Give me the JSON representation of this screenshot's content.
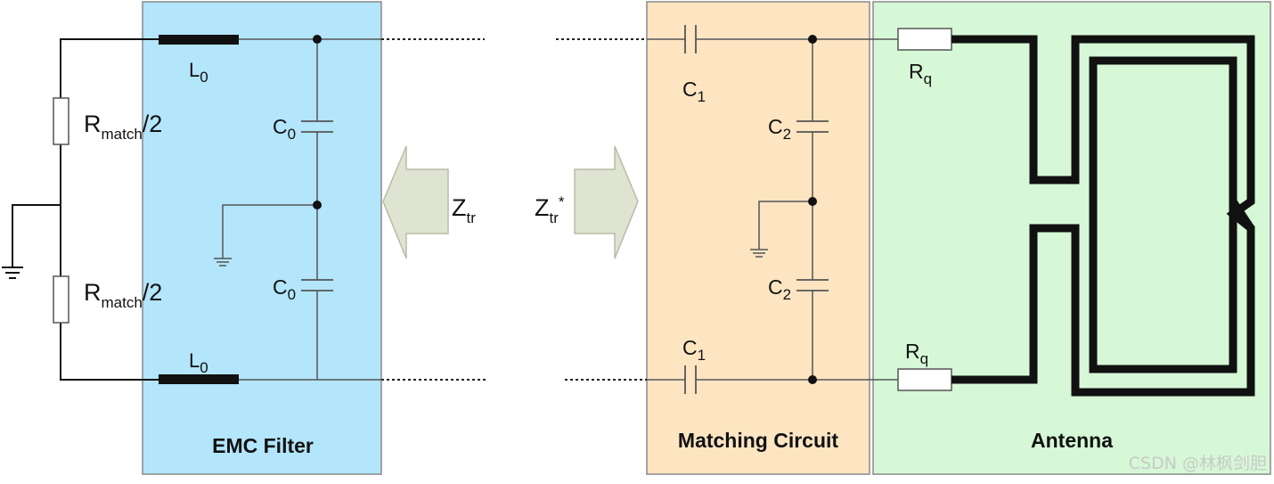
{
  "blocks": {
    "emc_filter": {
      "label": "EMC Filter",
      "color": "#b3e5fb"
    },
    "matching_circuit": {
      "label": "Matching Circuit",
      "color": "#fde5c2"
    },
    "antenna": {
      "label": "Antenna",
      "color": "#d6f8d6"
    }
  },
  "components": {
    "r_match": {
      "main": "R",
      "sub": "match",
      "tail": "/2"
    },
    "l0": {
      "main": "L",
      "sub": "0"
    },
    "c0": {
      "main": "C",
      "sub": "0"
    },
    "c1": {
      "main": "C",
      "sub": "1"
    },
    "c2": {
      "main": "C",
      "sub": "2"
    },
    "rq": {
      "main": "R",
      "sub": "q"
    }
  },
  "impedance": {
    "z_tr": {
      "main": "Z",
      "sub": "tr"
    },
    "z_tr_conj": {
      "main": "Z",
      "sub": "tr",
      "sup": "*"
    }
  },
  "watermark": "CSDN @林枫剑胆",
  "colors": {
    "wire": "#555555",
    "trace": "#111111",
    "arrow_fill": "#dfe3d2",
    "arrow_stroke": "#b8bca8",
    "box_border": "#8a8a8a"
  }
}
